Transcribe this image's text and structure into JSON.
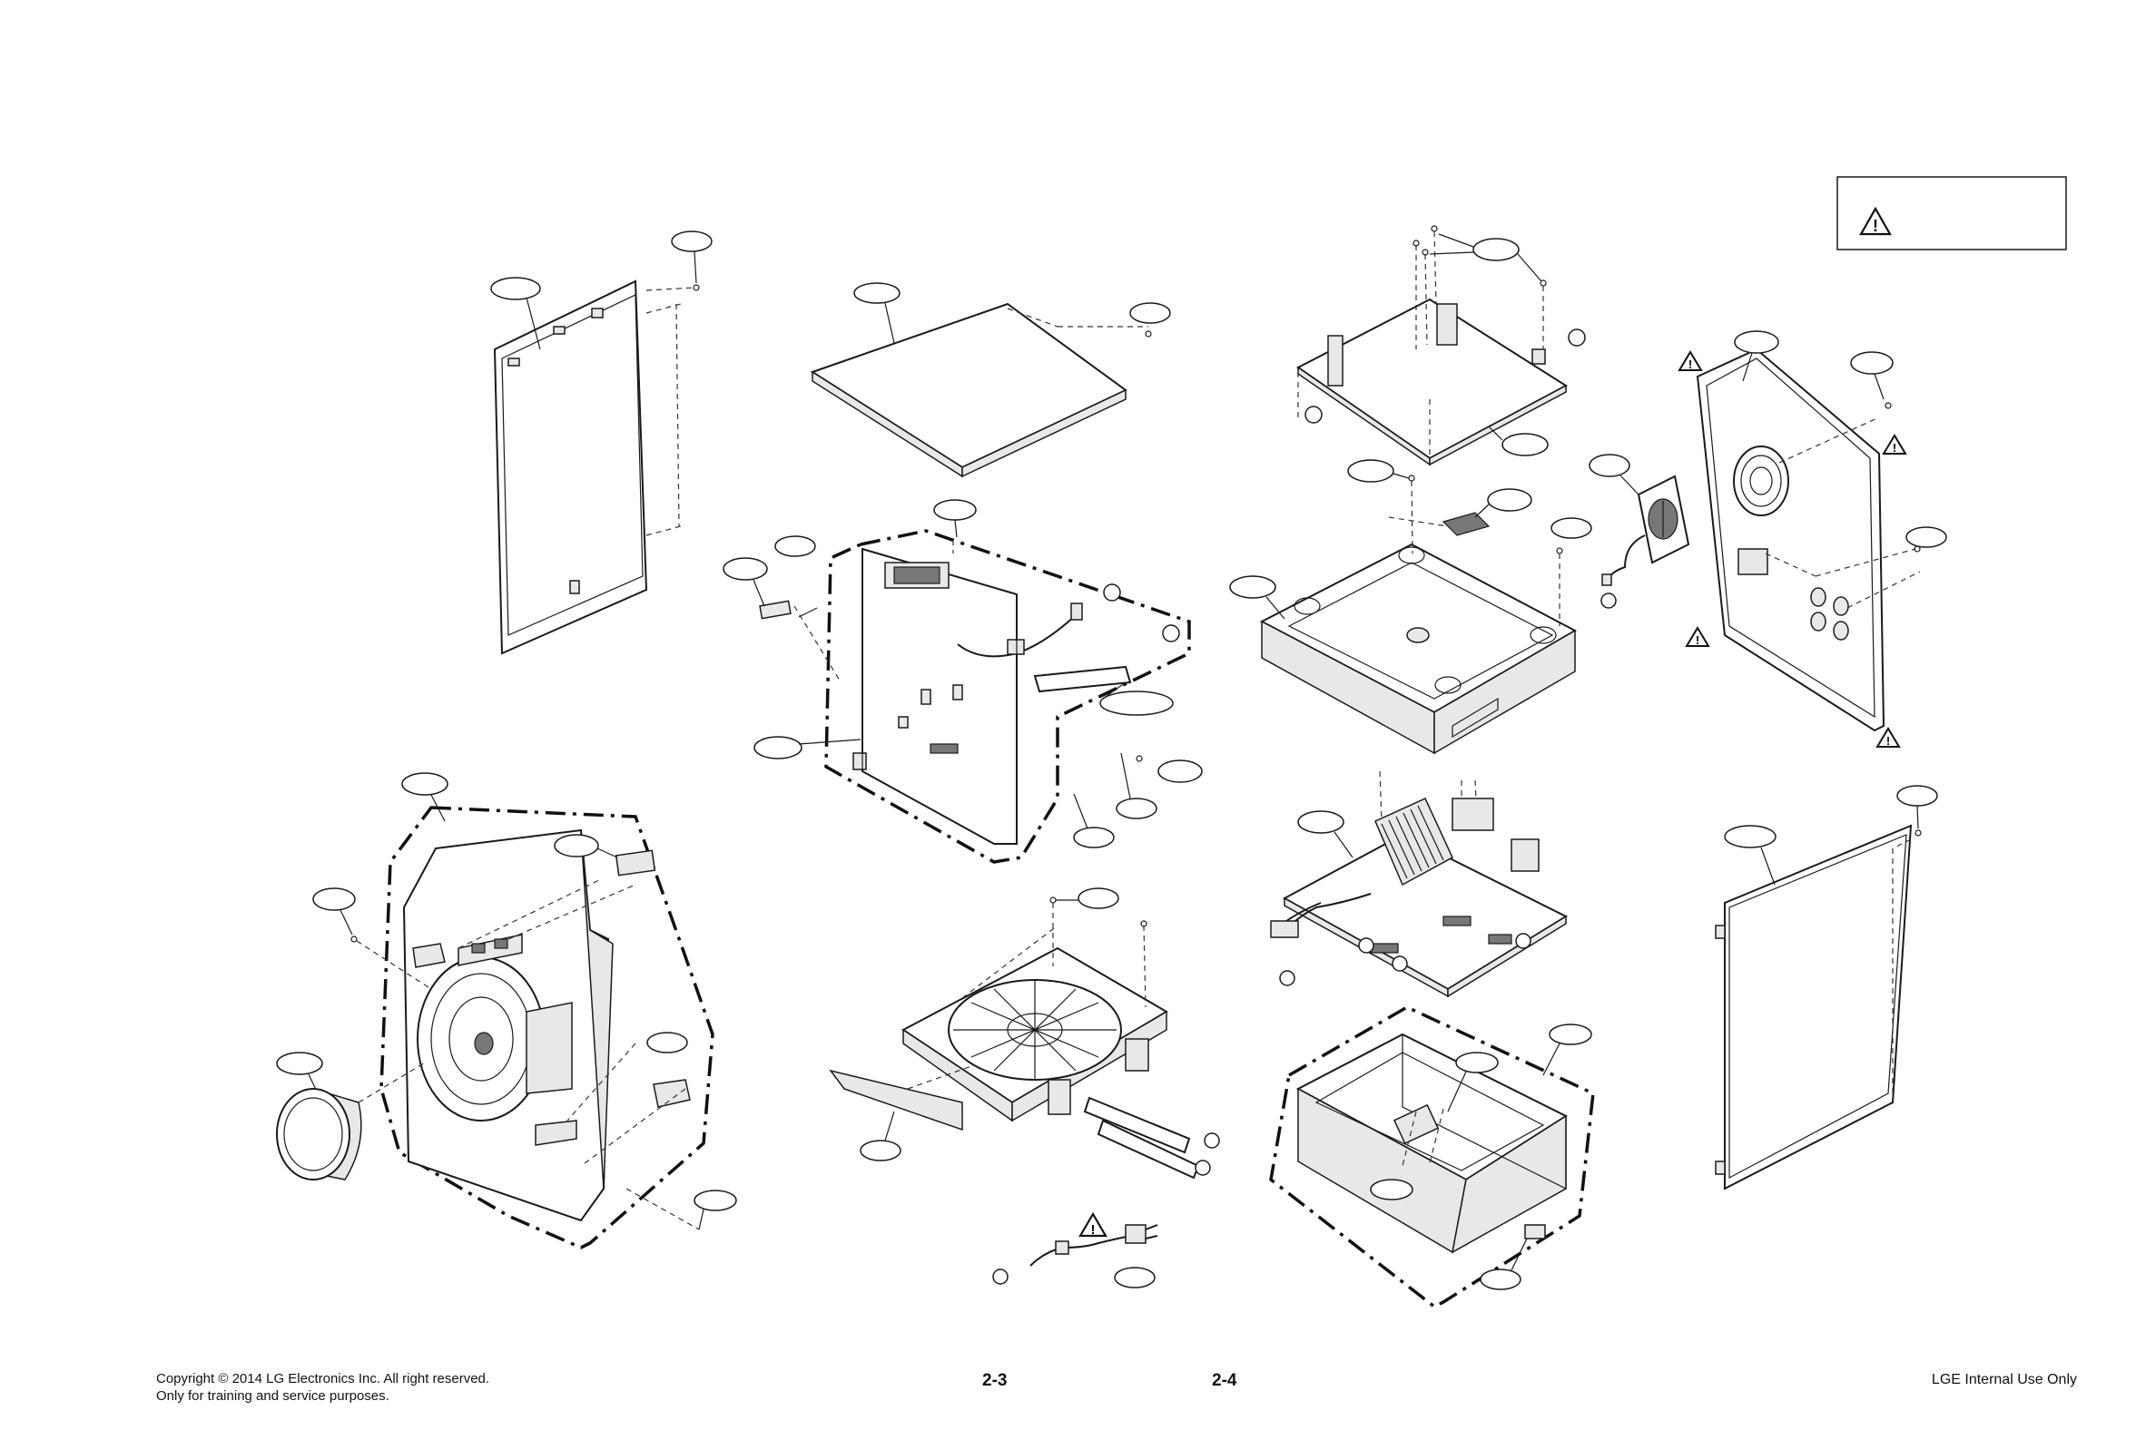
{
  "footer": {
    "copyright_line_1": "Copyright © 2014 LG Electronics Inc. All right reserved.",
    "copyright_line_2": "Only for training and service purposes.",
    "page_left": "2-3",
    "page_right": "2-4",
    "internal_note": "LGE Internal Use Only"
  },
  "icons": {
    "warning": "warning-triangle-icon",
    "warning_glyph": "!"
  }
}
